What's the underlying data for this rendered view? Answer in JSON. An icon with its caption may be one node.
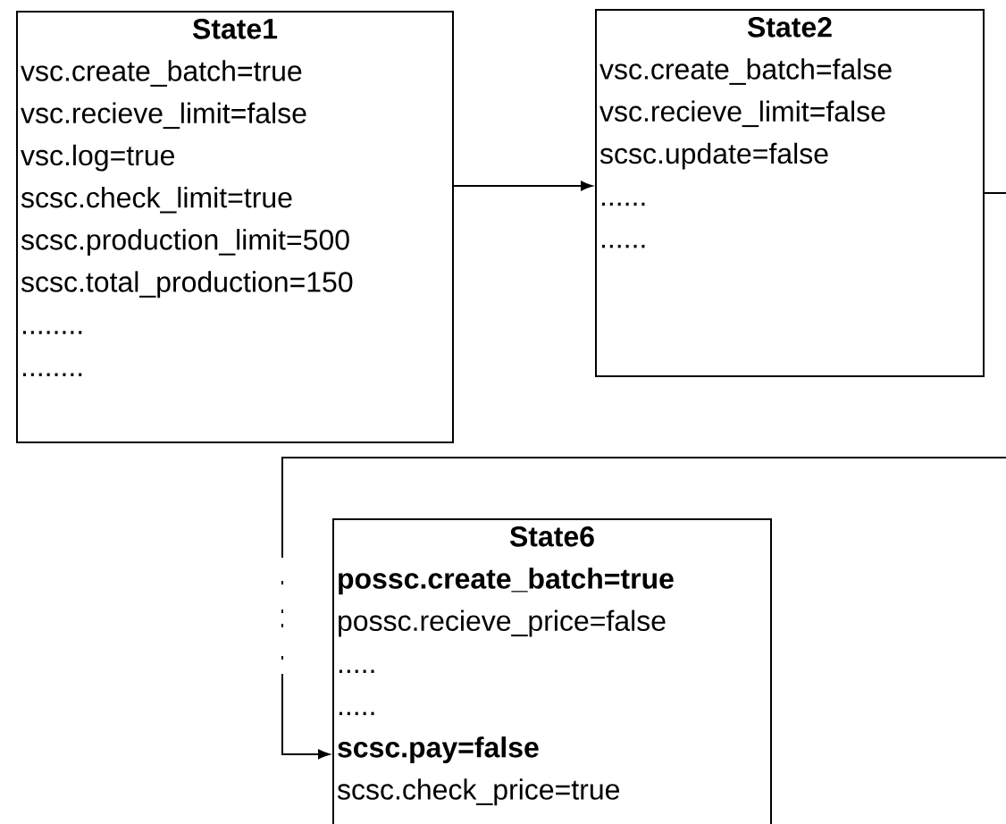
{
  "diagram": {
    "nodes": [
      {
        "text": [
          "State1",
          "vsc.create_batch=true",
          "vsc.recieve_limit=false",
          "vsc.log=true",
          "scsc.check_limit=true",
          "scsc.production_limit=500",
          "scsc.total_production=150",
          "........",
          "........"
        ]
      },
      {
        "text": [
          "State2",
          "vsc.create_batch=false",
          "vsc.recieve_limit=false",
          "scsc.update=false",
          "......",
          "......"
        ]
      },
      {
        "text": [
          "State6",
          "**possc.create_batch=true**",
          "possc.recieve_price=false",
          ".....",
          ".....",
          "**scsc.pay=false**",
          "scsc.check_price=true"
        ]
      }
    ],
    "edges": [
      {
        "from": 0,
        "to": 1,
        "arrow": "to"
      },
      {
        "from": 1,
        "to": null,
        "arrow": "none"
      },
      {
        "from": null,
        "to": 2,
        "arrow": "to",
        "style": "dashed"
      }
    ]
  }
}
